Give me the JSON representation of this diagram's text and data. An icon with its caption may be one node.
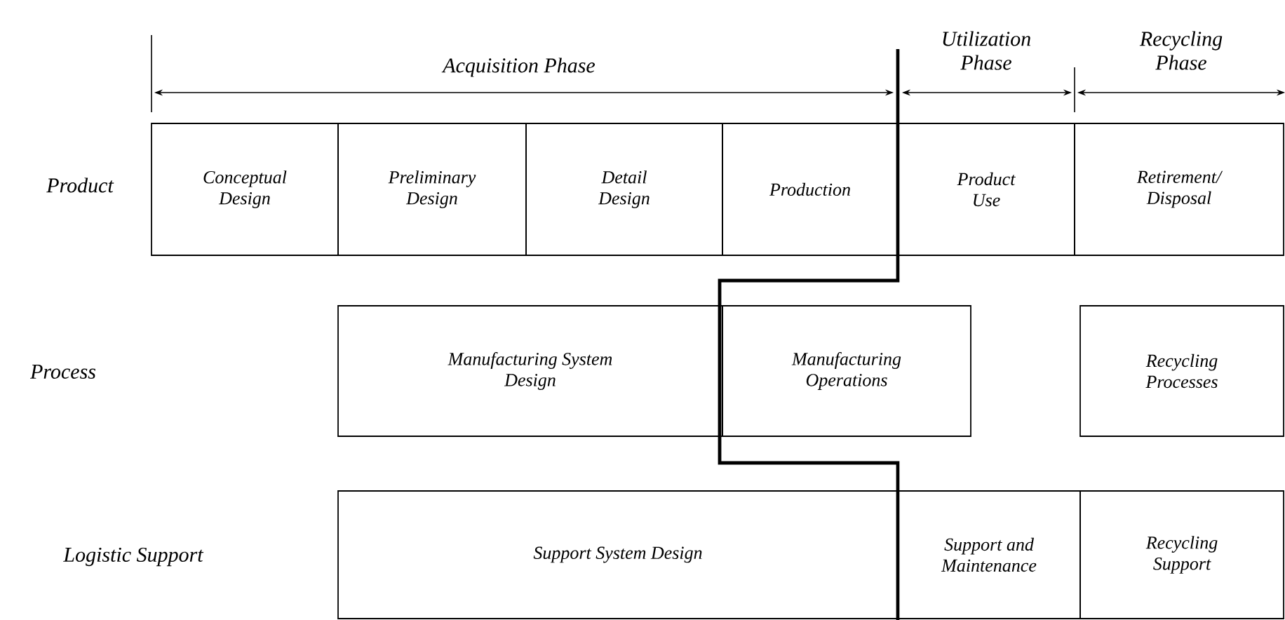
{
  "diagram": {
    "nodes": [
      {
        "text": [
          "Conceptual Design"
        ]
      },
      {
        "text": [
          "Preliminary Design"
        ]
      },
      {
        "text": [
          "Detail Design"
        ]
      },
      {
        "text": [
          "Production"
        ]
      },
      {
        "text": [
          "Product Use"
        ]
      },
      {
        "text": [
          "Retirement/ Disposal"
        ]
      },
      {
        "text": [
          "Manufacturing System Design"
        ]
      },
      {
        "text": [
          "Manufacturing Operations"
        ]
      },
      {
        "text": [
          "Recycling Processes"
        ]
      },
      {
        "text": [
          "Support System Design"
        ]
      },
      {
        "text": [
          "Support and Maintenance"
        ]
      },
      {
        "text": [
          "Recycling Support"
        ]
      }
    ],
    "edges": [],
    "labels": [
      "Acquisition Phase",
      "Utilization Phase",
      "Recycling Phase",
      "Product",
      "Process",
      "Logistic Support"
    ]
  }
}
